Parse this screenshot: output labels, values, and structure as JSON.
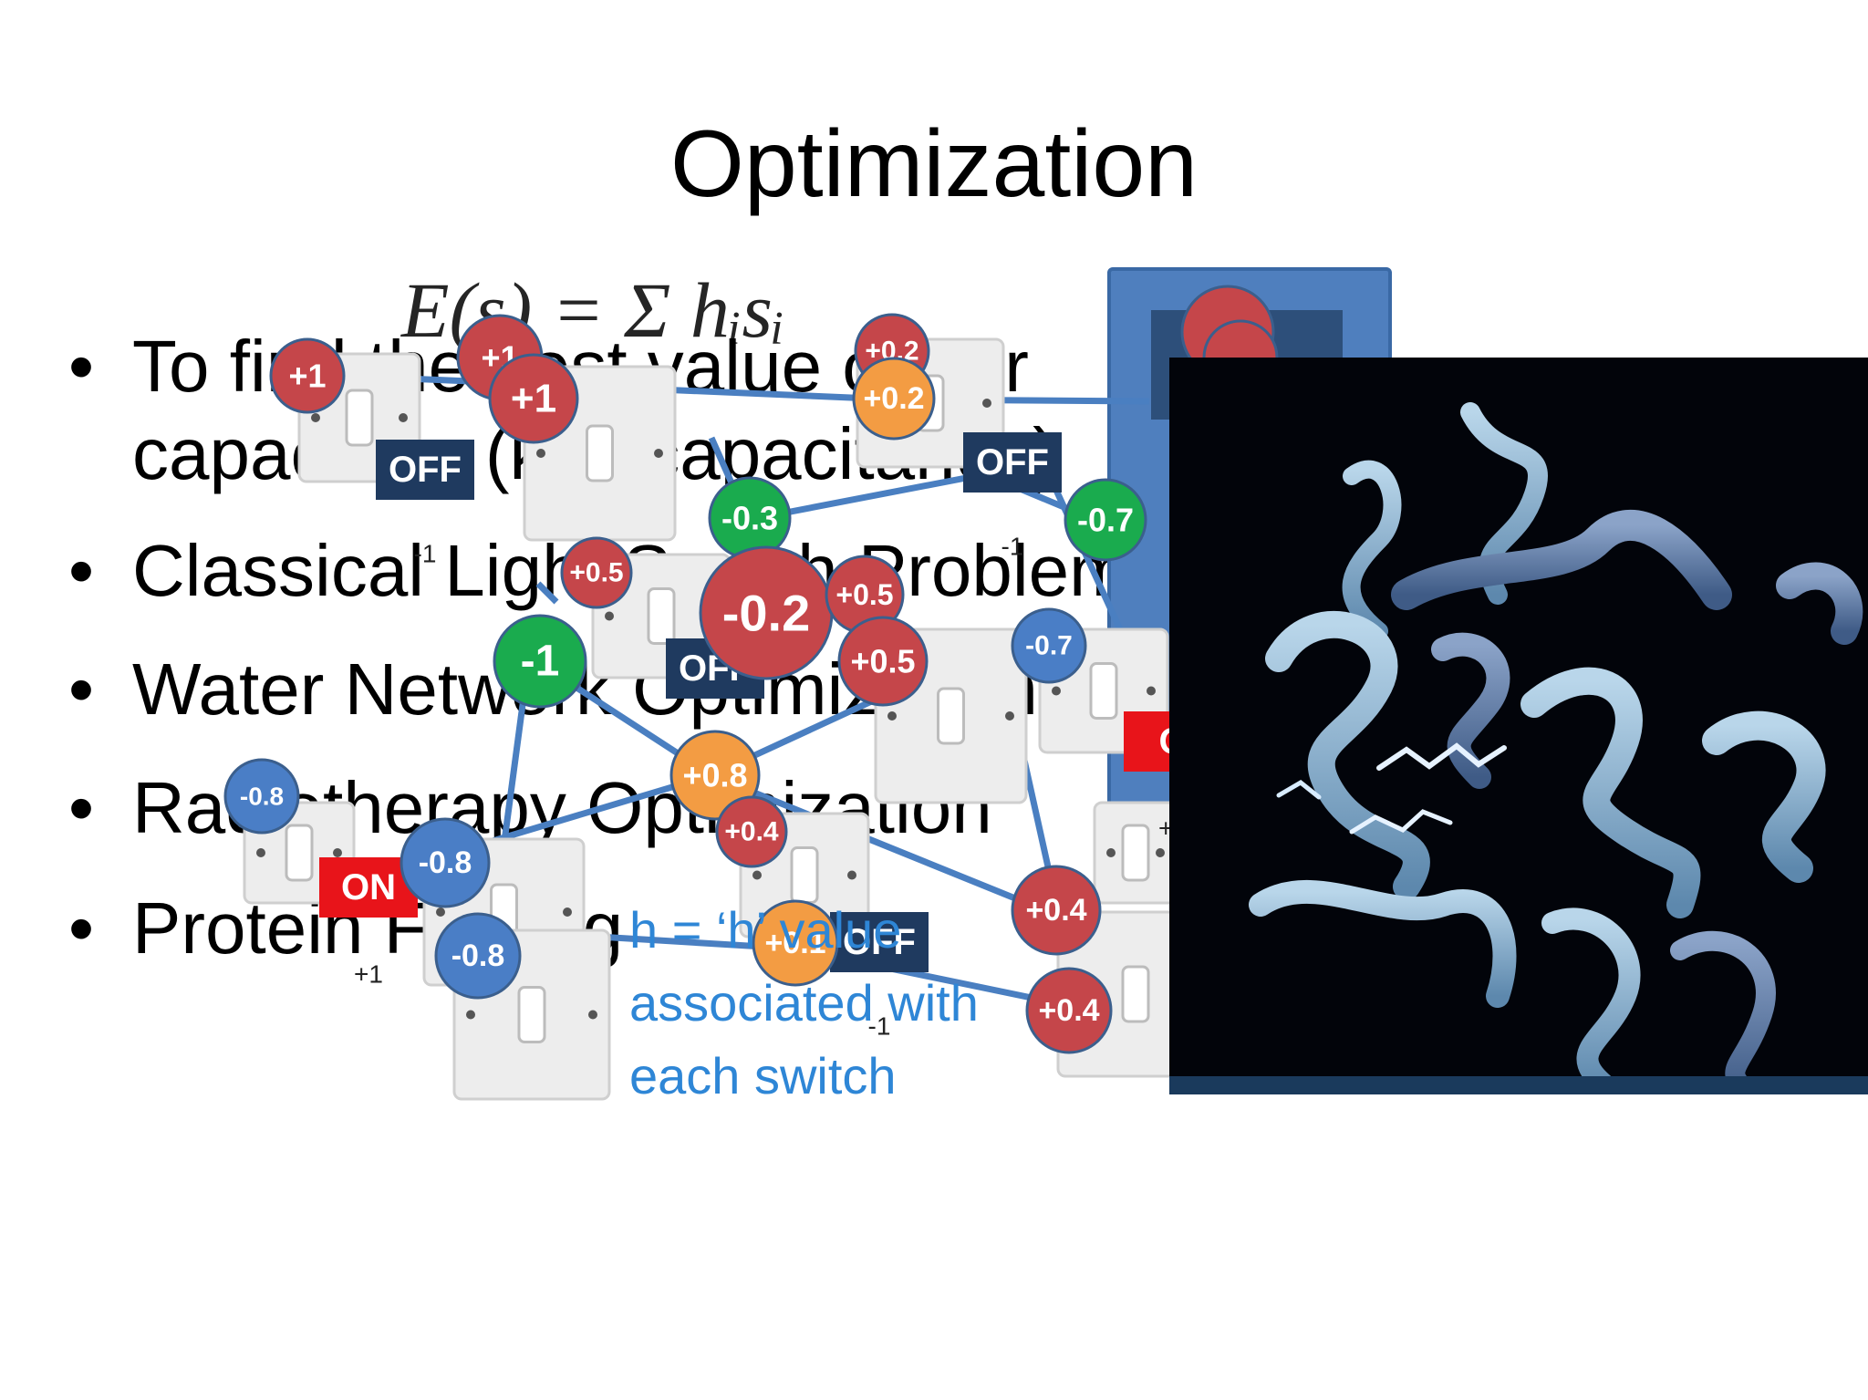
{
  "slide": {
    "title": "Optimization",
    "bullets": [
      "To find the best value of our capacitors (key capacitance)",
      "Classical Light Switch Problem",
      "Water Network Optimization",
      "Radiotherapy Optimization",
      "Protein Folding"
    ]
  },
  "diagram": {
    "equation": "E(s) = Σ hᵢsᵢ",
    "caption": [
      "h = ‘h’ value",
      "associated with",
      "each switch"
    ],
    "switch_states": [
      "OFF",
      "ON"
    ],
    "state_values": [
      "-1",
      "+1"
    ],
    "weights": [
      "+1",
      "+1",
      "+1",
      "+0.2",
      "+0.2",
      "-0.3",
      "-0.7",
      "+0.5",
      "-0.2",
      "+0.5",
      "+0.5",
      "-1",
      "-0.7",
      "+0.8",
      "+0.4",
      "-0.8",
      "-0.8",
      "-0.8",
      "+0.1",
      "+0.4",
      "+0.4"
    ],
    "colors": {
      "red": "#c5464a",
      "orange": "#f39c43",
      "green": "#1aab4e",
      "blue": "#4a7ec6",
      "navy": "#1f3a5f",
      "on_red": "#e8141a",
      "line": "#4a7fc1",
      "panel": "#4f7fbe"
    }
  },
  "image": {
    "subject": "protein-ribbon-structure",
    "background": "#02040a"
  }
}
